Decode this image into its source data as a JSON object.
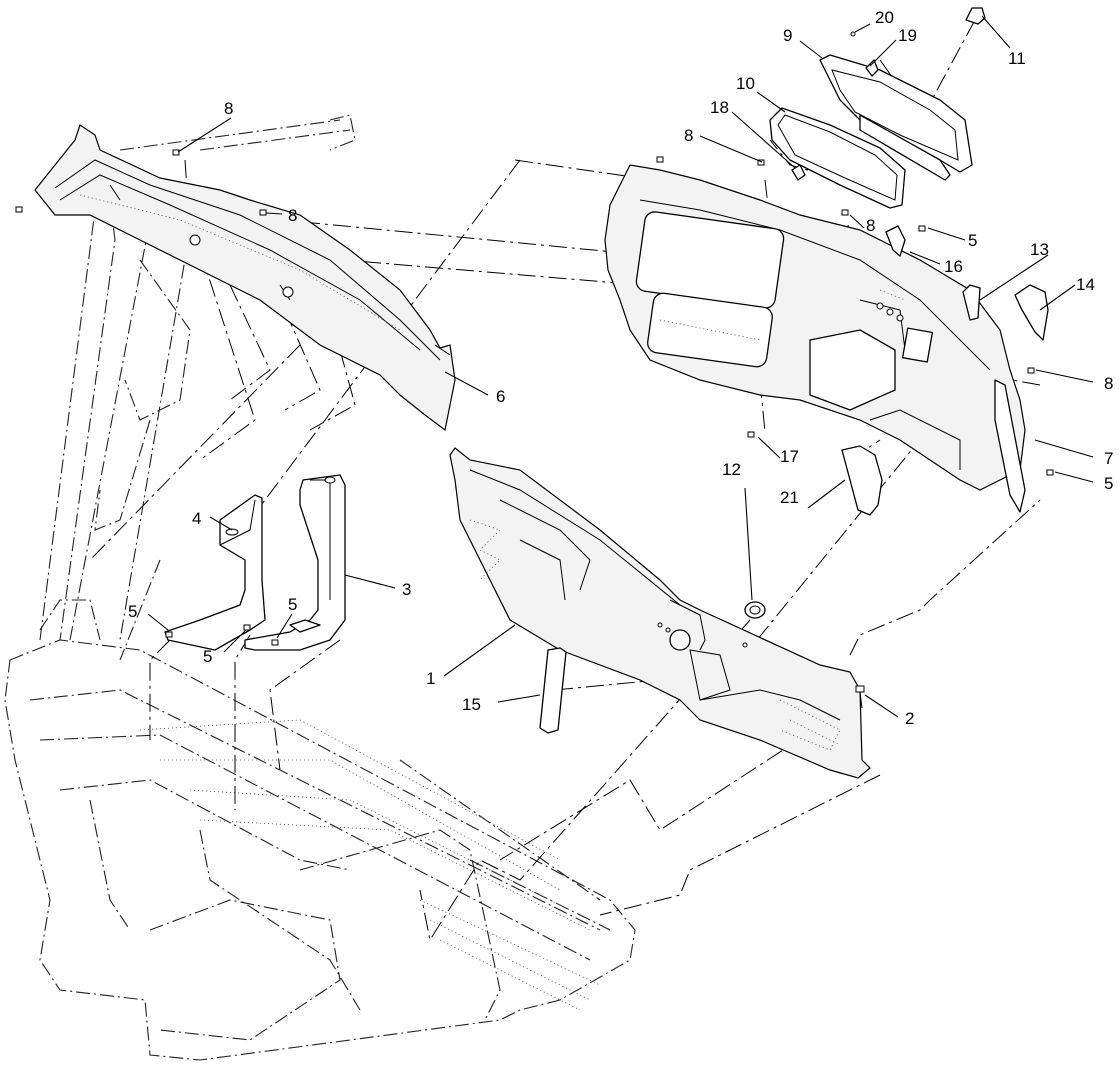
{
  "diagram": {
    "callouts": [
      {
        "id": "c1",
        "label": "1"
      },
      {
        "id": "c2",
        "label": "2"
      },
      {
        "id": "c3",
        "label": "3"
      },
      {
        "id": "c4",
        "label": "4"
      },
      {
        "id": "c5a",
        "label": "5"
      },
      {
        "id": "c5b",
        "label": "5"
      },
      {
        "id": "c5c",
        "label": "5"
      },
      {
        "id": "c5d",
        "label": "5"
      },
      {
        "id": "c5e",
        "label": "5"
      },
      {
        "id": "c6",
        "label": "6"
      },
      {
        "id": "c7",
        "label": "7"
      },
      {
        "id": "c8a",
        "label": "8"
      },
      {
        "id": "c8b",
        "label": "8"
      },
      {
        "id": "c8c",
        "label": "8"
      },
      {
        "id": "c8d",
        "label": "8"
      },
      {
        "id": "c8e",
        "label": "8"
      },
      {
        "id": "c9",
        "label": "9"
      },
      {
        "id": "c10",
        "label": "10"
      },
      {
        "id": "c11",
        "label": "11"
      },
      {
        "id": "c12",
        "label": "12"
      },
      {
        "id": "c13",
        "label": "13"
      },
      {
        "id": "c14",
        "label": "14"
      },
      {
        "id": "c15",
        "label": "15"
      },
      {
        "id": "c16",
        "label": "16"
      },
      {
        "id": "c17",
        "label": "17"
      },
      {
        "id": "c18",
        "label": "18"
      },
      {
        "id": "c19",
        "label": "19"
      },
      {
        "id": "c20",
        "label": "20"
      },
      {
        "id": "c21",
        "label": "21"
      }
    ]
  }
}
